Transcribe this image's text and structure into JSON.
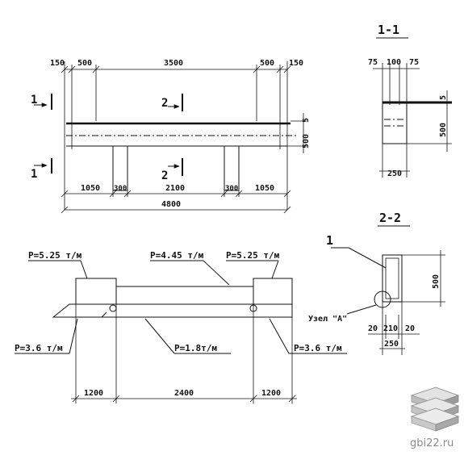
{
  "sections": {
    "s11": "1-1",
    "s22": "2-2"
  },
  "plan": {
    "top_dims": [
      "150",
      "500",
      "3500",
      "500",
      "150"
    ],
    "bottom_dims": [
      "1050",
      "300",
      "2100",
      "300",
      "1050"
    ],
    "total": "4800",
    "right_dims": [
      "5",
      "500"
    ],
    "cut1": "1",
    "cut2": "2"
  },
  "section11": {
    "top_dims": [
      "75",
      "100",
      "75"
    ],
    "right_dims": [
      "5",
      "500"
    ],
    "width": "250"
  },
  "section22": {
    "leader": "1",
    "height": "500",
    "node": "Узел \"А\"",
    "dims": [
      "20",
      "210",
      "20"
    ],
    "width": "250"
  },
  "loads": {
    "p_left_top": "P=5.25 т/м",
    "p_mid_top": "P=4.45 т/м",
    "p_right_top": "P=5.25 т/м",
    "p_left_bottom": "P=3.6 т/м",
    "p_mid_bottom": "P=1.8т/м",
    "p_right_bottom": "P=3.6 т/м",
    "dims": [
      "1200",
      "2400",
      "1200"
    ]
  },
  "watermark": {
    "text": "gbi22.ru",
    "icon": "stacked-slabs-logo-icon"
  }
}
